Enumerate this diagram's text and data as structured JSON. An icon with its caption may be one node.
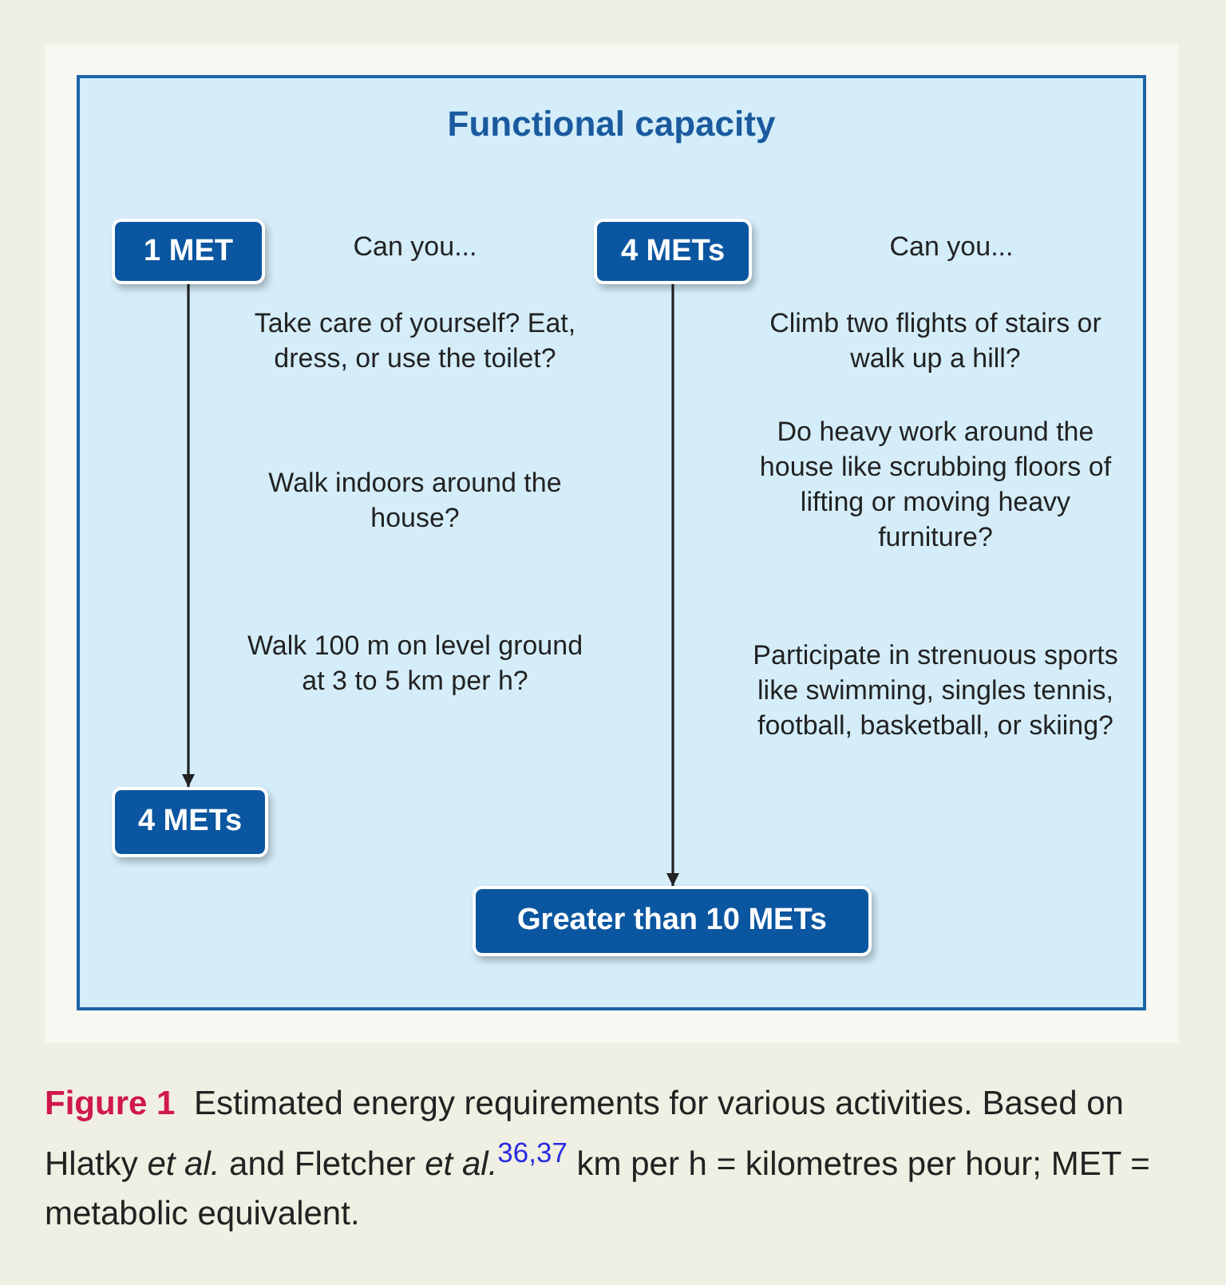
{
  "diagram": {
    "caption": "**Figure 1** Estimated energy requirements for various activities. Based on Hlatky *et al.* and Fletcher *et al.*$^{36,37}$ km per h = kilometres per hour; MET = metabolic equivalent.",
    "nodes": [
      {
        "text": [
          "Functional capacity"
        ]
      },
      {
        "text": [
          "1 MET"
        ],
        "in": 0
      },
      {
        "text": [
          "4 METs"
        ],
        "in": 0
      },
      {
        "text": [
          "4 METs"
        ],
        "in": 0
      },
      {
        "text": [
          "Greater than 10 METs"
        ],
        "in": 0
      }
    ],
    "edges": [
      {
        "from": 1,
        "to": 3,
        "arrow": "to"
      },
      {
        "from": 2,
        "to": 4,
        "arrow": "to"
      }
    ],
    "labels": [
      "Can you...",
      "Can you...",
      "Take care of yourself? Eat, dress, or use the toilet?",
      "Climb two flights of stairs or walk up a hill?",
      "Do heavy work around the house like scrubbing floors of lifting or moving heavy furniture?",
      "Walk indoors around the house?",
      "Walk 100 m on level ground at 3 to 5 km per h?",
      "Participate in strenuous sports like swimming, singles tennis, football, basketball, or skiing?"
    ]
  }
}
